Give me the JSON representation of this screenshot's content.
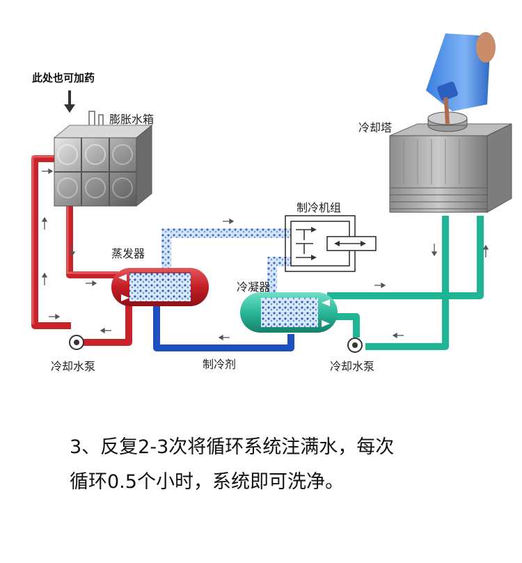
{
  "labels": {
    "add_chemical_here": "此处也可加药",
    "expansion_tank": "膨胀水箱",
    "chiller_unit": "制冷机组",
    "cooling_tower": "冷却塔",
    "evaporator": "蒸发器",
    "condenser": "冷凝器",
    "pump_left": "冷却水泵",
    "pump_right": "冷却水泵",
    "refrigerant": "制冷剂"
  },
  "caption": {
    "line1": "3、反复2-3次将循环系统注满水，每次",
    "line2": "循环0.5个小时，系统即可洗净。"
  },
  "colors": {
    "hot_water": "#c8232a",
    "refrigerant_pipe": "#1e4fc0",
    "cooling_water": "#1fb594",
    "evaporator_shell": "#c8232a",
    "condenser_shell": "#2ab79a",
    "cold_fluid": "#a9c8ef"
  }
}
